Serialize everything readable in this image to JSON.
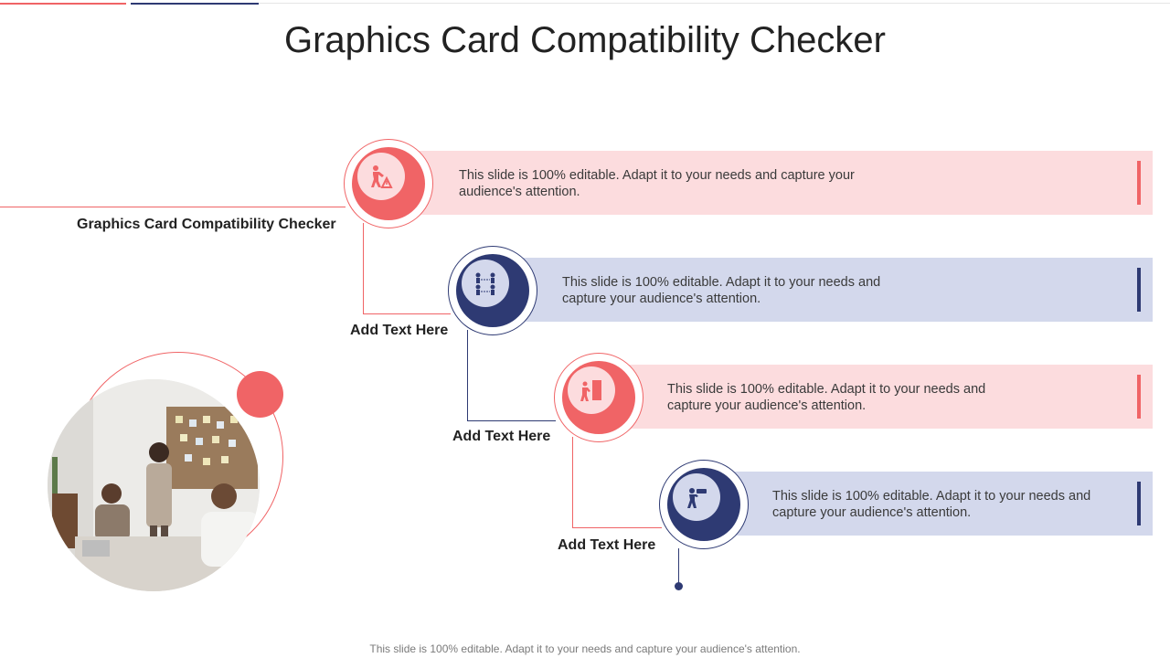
{
  "slide": {
    "title": "Graphics Card Compatibility Checker",
    "footer": "This slide is 100% editable. Adapt it to your needs and capture your audience's attention."
  },
  "steps": [
    {
      "label": "Graphics Card Compatibility Checker",
      "description": "This slide is 100% editable. Adapt it to your needs and capture your audience's attention.",
      "icon": "engineer-warning-icon",
      "theme": "red"
    },
    {
      "label": "Add Text Here",
      "description": "This slide is 100% editable. Adapt it to your needs and capture your audience's attention.",
      "icon": "network-people-icon",
      "theme": "navy"
    },
    {
      "label": "Add Text Here",
      "description": "This slide is 100% editable. Adapt it to your needs and capture your audience's attention.",
      "icon": "worker-door-icon",
      "theme": "red"
    },
    {
      "label": "Add Text Here",
      "description": "This slide is 100% editable. Adapt it to your needs and capture your audience's attention.",
      "icon": "person-binoculars-icon",
      "theme": "navy"
    }
  ],
  "colors": {
    "accent_red": "#f06466",
    "accent_navy": "#2e3a73",
    "band_pink": "#fcdcde",
    "band_lavender": "#d3d8ec"
  },
  "photo": {
    "icon": "office-meeting-photo"
  }
}
